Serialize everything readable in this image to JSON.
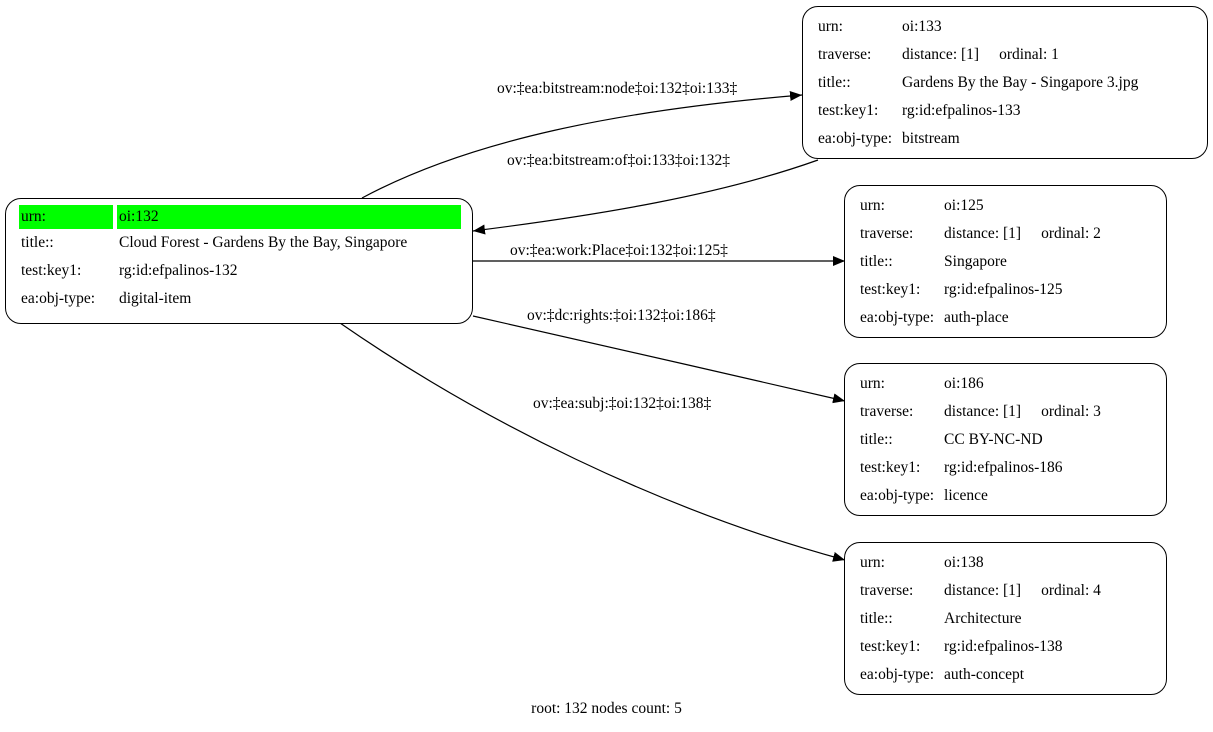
{
  "root_node": {
    "rows": [
      {
        "key": "urn:",
        "value": "oi:132"
      },
      {
        "key": "title::",
        "value": "Cloud Forest - Gardens By the Bay, Singapore"
      },
      {
        "key": "test:key1:",
        "value": "rg:id:efpalinos-132"
      },
      {
        "key": "ea:obj-type:",
        "value": "digital-item"
      }
    ],
    "highlight_color": "#00ff00"
  },
  "nodes": [
    {
      "urn_key": "urn:",
      "urn": "oi:133",
      "traverse_key": "traverse:",
      "distance": "distance: [1]",
      "ordinal": "ordinal: 1",
      "title_key": "title::",
      "title": "Gardens By the Bay - Singapore 3.jpg",
      "key1_key": "test:key1:",
      "key1": "rg:id:efpalinos-133",
      "type_key": "ea:obj-type:",
      "type": "bitstream"
    },
    {
      "urn_key": "urn:",
      "urn": "oi:125",
      "traverse_key": "traverse:",
      "distance": "distance: [1]",
      "ordinal": "ordinal: 2",
      "title_key": "title::",
      "title": "Singapore",
      "key1_key": "test:key1:",
      "key1": "rg:id:efpalinos-125",
      "type_key": "ea:obj-type:",
      "type": "auth-place"
    },
    {
      "urn_key": "urn:",
      "urn": "oi:186",
      "traverse_key": "traverse:",
      "distance": "distance: [1]",
      "ordinal": "ordinal: 3",
      "title_key": "title::",
      "title": "CC BY-NC-ND",
      "key1_key": "test:key1:",
      "key1": "rg:id:efpalinos-186",
      "type_key": "ea:obj-type:",
      "type": "licence"
    },
    {
      "urn_key": "urn:",
      "urn": "oi:138",
      "traverse_key": "traverse:",
      "distance": "distance: [1]",
      "ordinal": "ordinal: 4",
      "title_key": "title::",
      "title": "Architecture",
      "key1_key": "test:key1:",
      "key1": "rg:id:efpalinos-138",
      "type_key": "ea:obj-type:",
      "type": "auth-concept"
    }
  ],
  "edges": [
    {
      "label": "ov:‡ea:bitstream:node‡oi:132‡oi:133‡"
    },
    {
      "label": "ov:‡ea:bitstream:of‡oi:133‡oi:132‡"
    },
    {
      "label": "ov:‡ea:work:Place‡oi:132‡oi:125‡"
    },
    {
      "label": "ov:‡dc:rights:‡oi:132‡oi:186‡"
    },
    {
      "label": "ov:‡ea:subj:‡oi:132‡oi:138‡"
    }
  ],
  "footer": "root: 132 nodes count: 5"
}
